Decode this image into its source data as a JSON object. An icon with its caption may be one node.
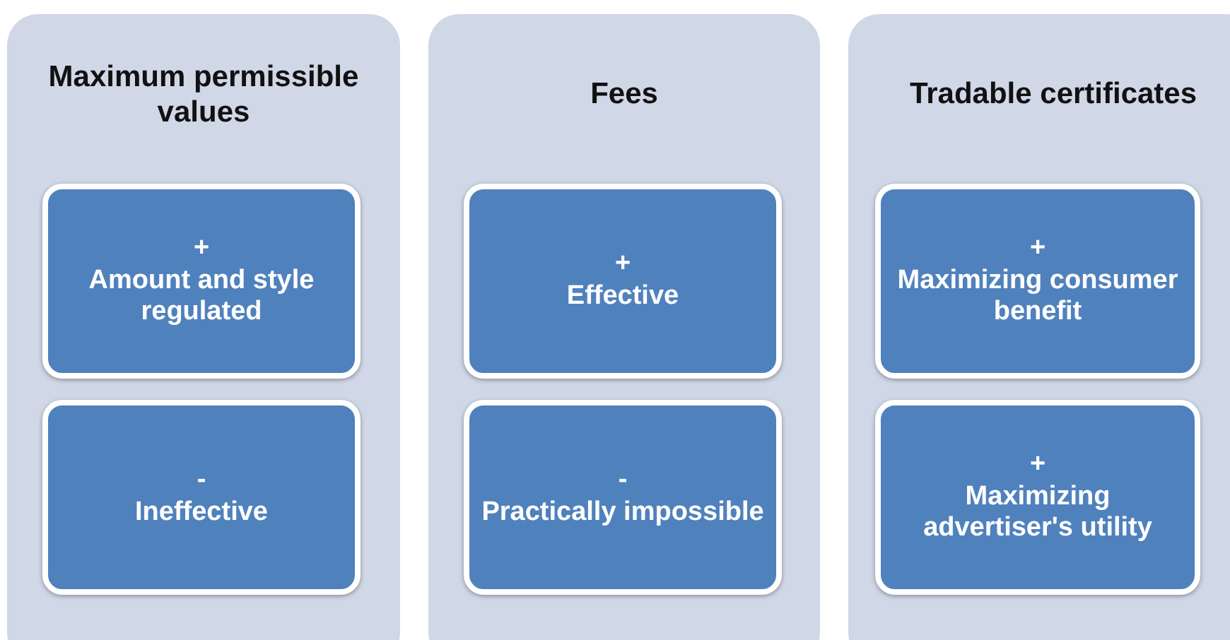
{
  "diagram": {
    "nodes": [
      {
        "text": [
          "Maximum permissible values"
        ]
      },
      {
        "text": [
          "+",
          "Amount and style regulated"
        ],
        "in": 0
      },
      {
        "text": [
          "-",
          "Ineffective"
        ],
        "in": 0
      },
      {
        "text": [
          "Fees"
        ]
      },
      {
        "text": [
          "+",
          "Effective"
        ],
        "in": 3
      },
      {
        "text": [
          "-",
          "Practically impossible"
        ],
        "in": 3
      },
      {
        "text": [
          "Tradable certificates"
        ]
      },
      {
        "text": [
          "+",
          "Maximizing consumer benefit"
        ],
        "in": 6
      },
      {
        "text": [
          "+",
          "Maximizing advertiser's utility"
        ],
        "in": 6
      }
    ]
  }
}
